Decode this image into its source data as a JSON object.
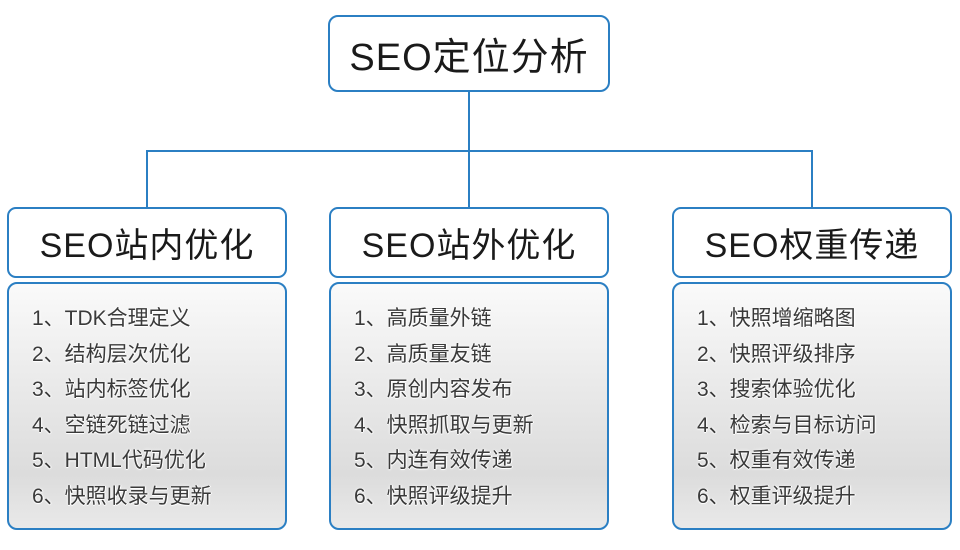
{
  "diagram": {
    "root": {
      "title": "SEO定位分析"
    },
    "columns": [
      {
        "title": "SEO站内优化",
        "items": [
          "1、TDK合理定义",
          "2、结构层次优化",
          "3、站内标签优化",
          "4、空链死链过滤",
          "5、HTML代码优化",
          "6、快照收录与更新"
        ]
      },
      {
        "title": "SEO站外优化",
        "items": [
          "1、高质量外链",
          "2、高质量友链",
          "3、原创内容发布",
          "4、快照抓取与更新",
          "5、内连有效传递",
          "6、快照评级提升"
        ]
      },
      {
        "title": "SEO权重传递",
        "items": [
          "1、快照增缩略图",
          "2、快照评级排序",
          "3、搜索体验优化",
          "4、检索与目标访问",
          "5、权重有效传递",
          "6、权重评级提升"
        ]
      }
    ]
  },
  "colors": {
    "border_blue": "#2b7fc3",
    "title_text": "#1a1a1a",
    "item_text": "#3a3a3a",
    "body_gradient_top": "#fafafa",
    "body_gradient_bottom": "#dcdcdc",
    "background": "#ffffff"
  }
}
